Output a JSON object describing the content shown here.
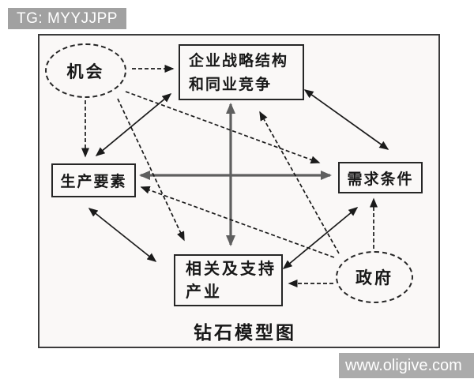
{
  "banner": {
    "text": "TG: MYYJJPP"
  },
  "watermark": {
    "text": "www.oligive.com"
  },
  "diagram": {
    "caption": "钻石模型图",
    "nodes": {
      "chance": {
        "label": "机会",
        "shape": "ellipse",
        "border": "dashed"
      },
      "strategy": {
        "lines": [
          "企业战略结构",
          "和同业竞争"
        ],
        "shape": "rect"
      },
      "factors": {
        "label": "生产要素",
        "shape": "rect"
      },
      "demand": {
        "label": "需求条件",
        "shape": "rect"
      },
      "related": {
        "lines": [
          "相关及支持",
          "产业"
        ],
        "shape": "rect"
      },
      "government": {
        "label": "政府",
        "shape": "ellipse",
        "border": "dashed"
      }
    },
    "edges": [
      {
        "from": "factors",
        "to": "strategy",
        "type": "double-headed-solid"
      },
      {
        "from": "strategy",
        "to": "demand",
        "type": "double-headed-solid"
      },
      {
        "from": "factors",
        "to": "demand",
        "type": "double-headed-solid-thick"
      },
      {
        "from": "strategy",
        "to": "related",
        "type": "double-headed-solid-thick"
      },
      {
        "from": "factors",
        "to": "related",
        "type": "double-headed-solid"
      },
      {
        "from": "related",
        "to": "demand",
        "type": "double-headed-solid"
      },
      {
        "from": "chance",
        "to": "strategy",
        "type": "dashed-arrow"
      },
      {
        "from": "chance",
        "to": "factors",
        "type": "dashed-arrow"
      },
      {
        "from": "chance",
        "to": "demand",
        "type": "dashed-arrow"
      },
      {
        "from": "chance",
        "to": "related",
        "type": "dashed-arrow"
      },
      {
        "from": "government",
        "to": "strategy",
        "type": "dashed-arrow"
      },
      {
        "from": "government",
        "to": "factors",
        "type": "dashed-arrow"
      },
      {
        "from": "government",
        "to": "demand",
        "type": "dashed-arrow"
      },
      {
        "from": "government",
        "to": "related",
        "type": "dashed-arrow"
      }
    ]
  },
  "colors": {
    "banner_bg": "#a1a1a1",
    "watermark_bg": "#ababab",
    "ink": "#1b1b1b",
    "thick_arrow_gray": "#5f5f5f",
    "frame_bg": "#faf8f7",
    "frame_border": "#3c3c3c"
  }
}
